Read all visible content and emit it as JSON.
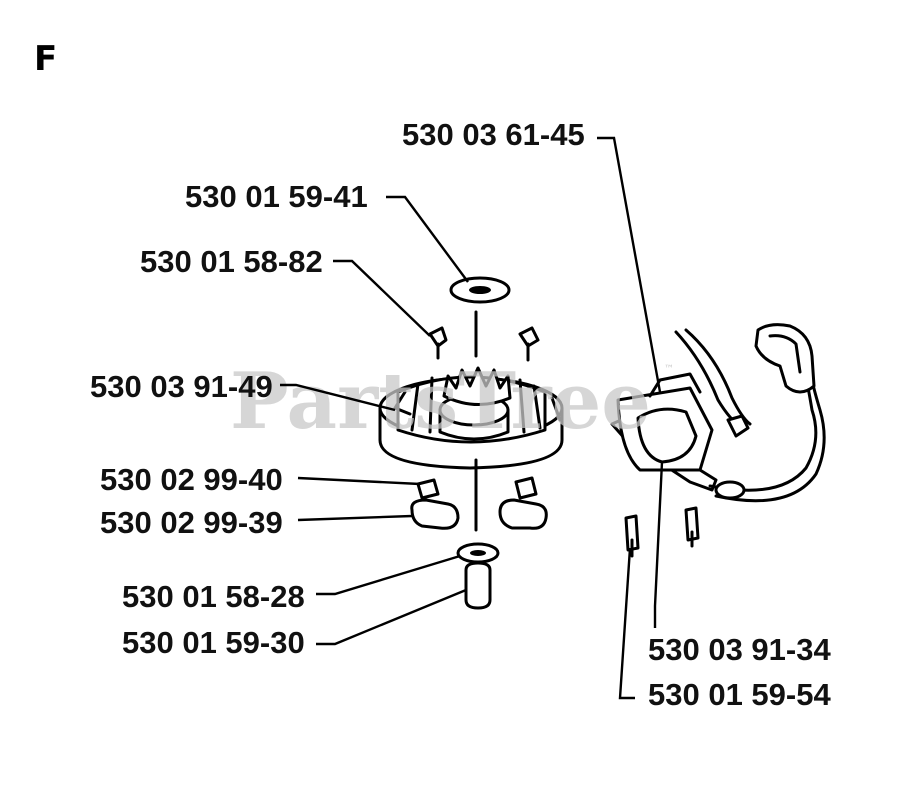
{
  "section_letter": "F",
  "watermark": {
    "text": "PartsTree",
    "trademark": "™"
  },
  "labels": [
    {
      "id": "530-03-61-45",
      "text": "530 03 61-45"
    },
    {
      "id": "530-01-59-41",
      "text": "530 01 59-41"
    },
    {
      "id": "530-01-58-82",
      "text": "530 01 58-82"
    },
    {
      "id": "530-03-91-49",
      "text": "530 03 91-49"
    },
    {
      "id": "530-02-99-40",
      "text": "530 02 99-40"
    },
    {
      "id": "530-02-99-39",
      "text": "530 02 99-39"
    },
    {
      "id": "530-01-58-28",
      "text": "530 01 58-28"
    },
    {
      "id": "530-01-59-30",
      "text": "530 01 59-30"
    },
    {
      "id": "530-03-91-34",
      "text": "530 03 91-34"
    },
    {
      "id": "530-01-59-54",
      "text": "530 01 59-54"
    }
  ],
  "colors": {
    "ink": "#000000",
    "watermark": "#c9c9c9",
    "background": "#ffffff"
  }
}
